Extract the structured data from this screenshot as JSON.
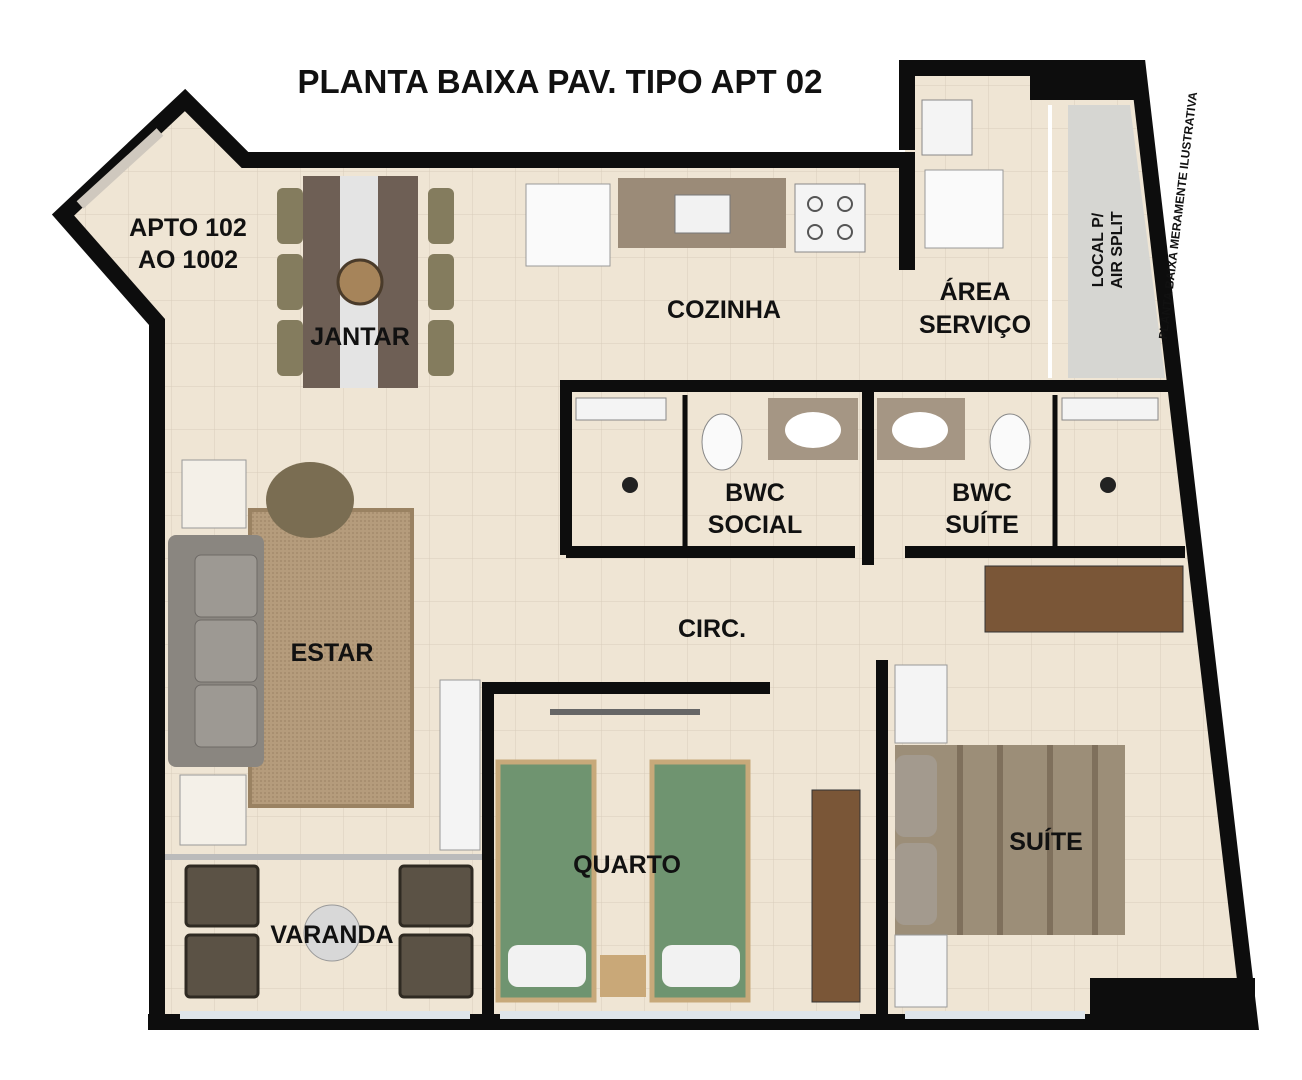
{
  "title": "PLANTA BAIXA PAV. TIPO APT 02",
  "disclaimer": "PLANTA BAIXA MERAMENTE ILUSTRATIVA",
  "apartment_note": [
    "APTO 102",
    "AO 1002"
  ],
  "rooms": {
    "jantar": "JANTAR",
    "cozinha": "COZINHA",
    "area_servico": [
      "ÁREA",
      "SERVIÇO"
    ],
    "air_split": [
      "LOCAL P/",
      "AIR SPLIT"
    ],
    "bwc_social": [
      "BWC",
      "SOCIAL"
    ],
    "bwc_suite": [
      "BWC",
      "SUÍTE"
    ],
    "estar": "ESTAR",
    "circ": "CIRC.",
    "quarto": "QUARTO",
    "suite": "SUÍTE",
    "varanda": "VARANDA"
  },
  "colors": {
    "floor": "#efe5d4",
    "wall": "#0d0d0d",
    "rug": "#b59c7c",
    "sofa": "#8a8680",
    "bed_green": "#6f9470",
    "bed_stripes": "#9c8e78",
    "table": "#6e5f55",
    "counter": "#9b8b78"
  }
}
